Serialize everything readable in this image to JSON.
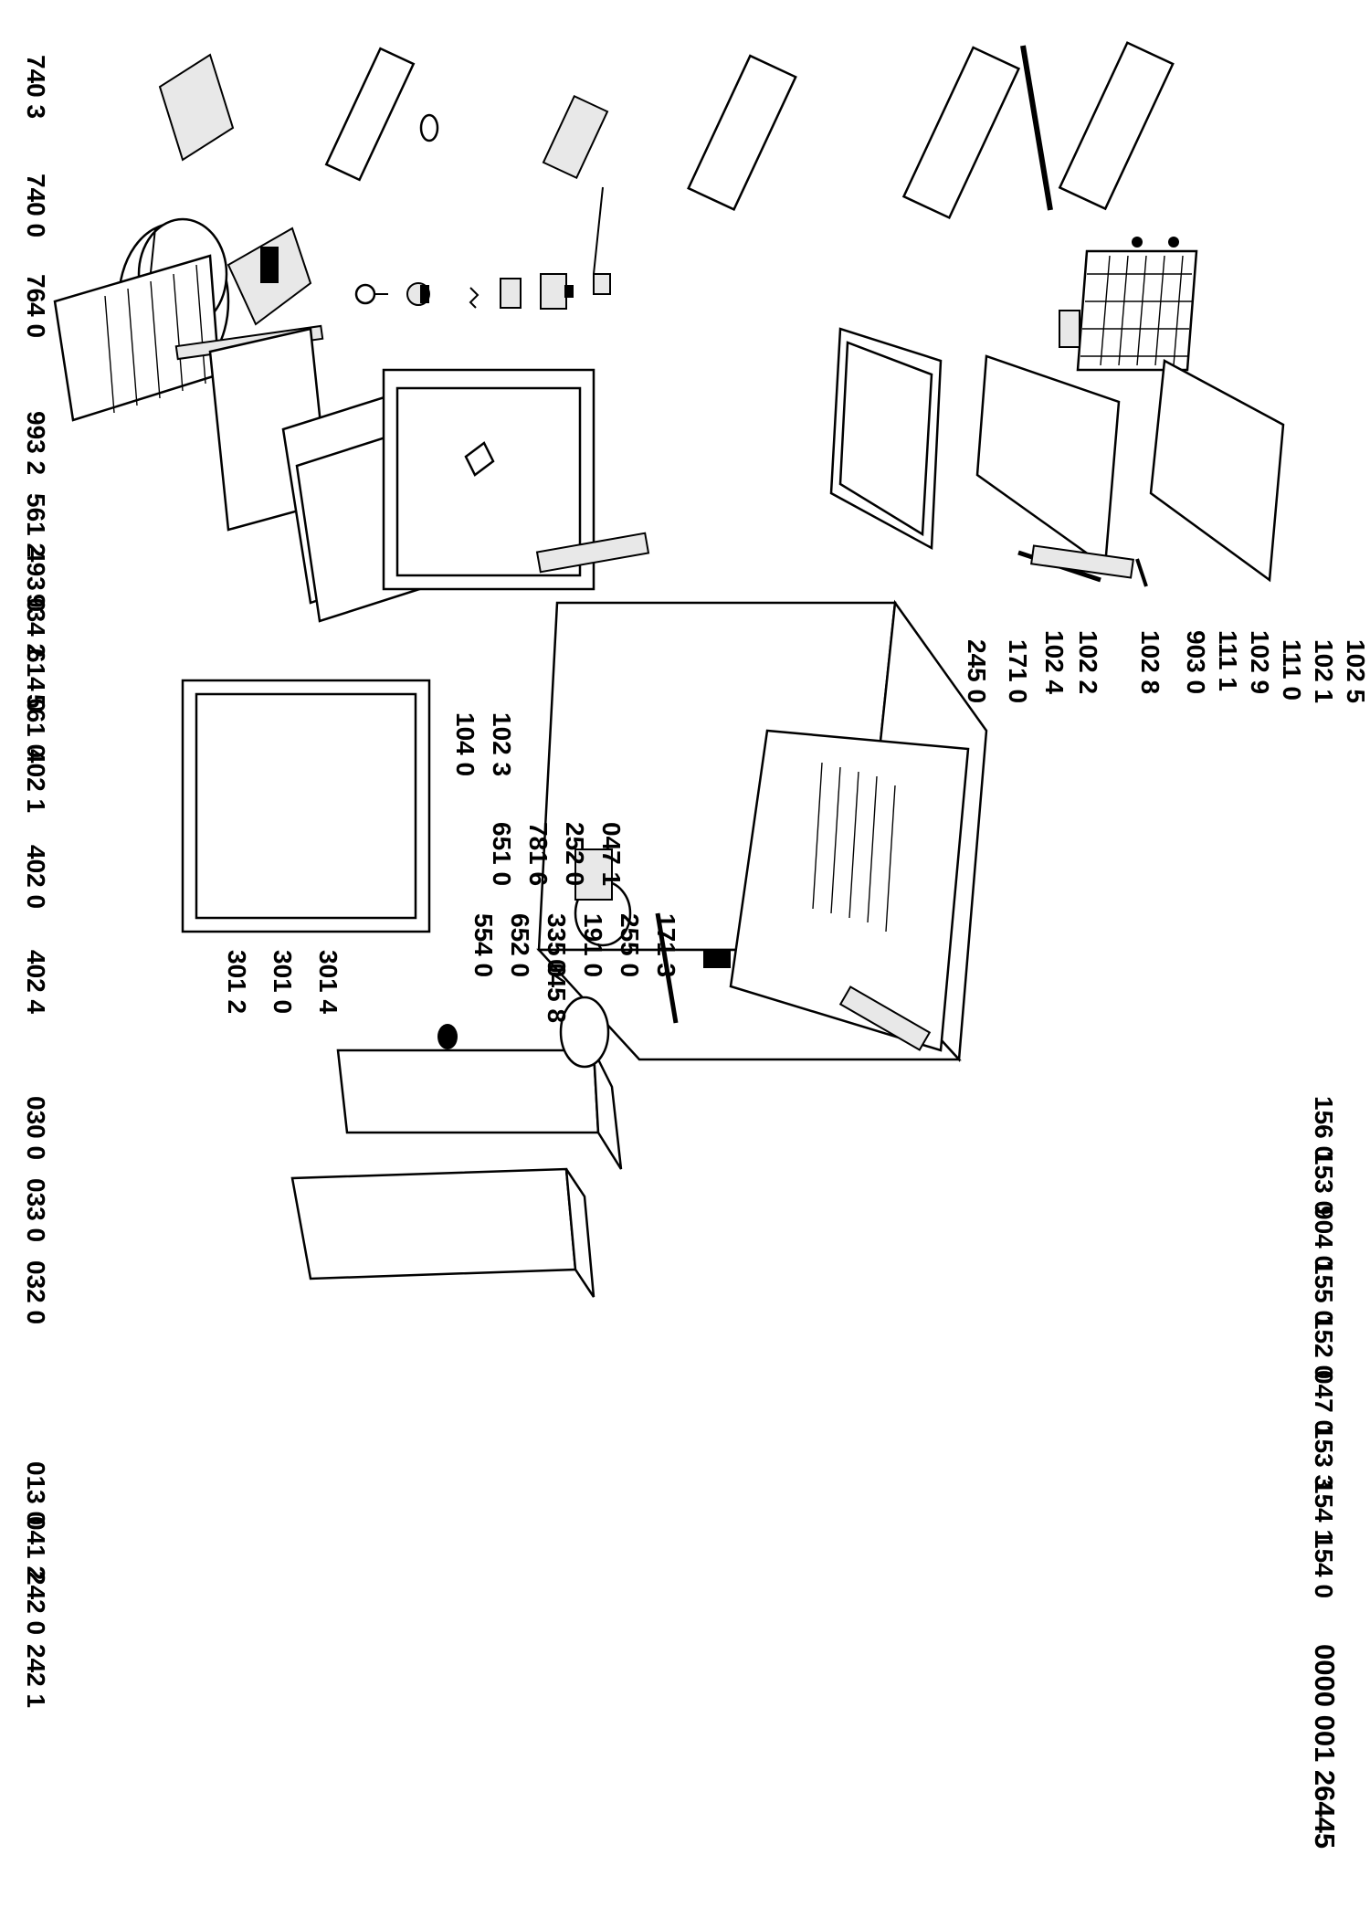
{
  "drawing_code": "0000 001 26445",
  "labels": {
    "p7403": "740 3",
    "p7400": "740 0",
    "p7640": "764 0",
    "p9932": "993 2",
    "p5612": "561 2",
    "p4930": "493 0",
    "p9342": "934 2",
    "p6140": "614 0",
    "p5610": "561 0",
    "p4021": "402 1",
    "p4020": "402 0",
    "p4024": "402 4",
    "p0300": "030 0",
    "p0330": "033 0",
    "p0320": "032 0",
    "p3012": "301 2",
    "p3010": "301 0",
    "p3014": "301 4",
    "p0458": "045 8",
    "p0130": "013 0",
    "p0412": "041 2",
    "p2420": "242 0",
    "p2421": "242 1",
    "p2450": "245 0",
    "p1710": "171 0",
    "p1024": "102 4",
    "p1022": "102 2",
    "p1028": "102 8",
    "p9030": "903 0",
    "p1111": "111 1",
    "p1029": "102 9",
    "p1110": "111 0",
    "p1021": "102 1",
    "p1025": "102 5",
    "p1040": "104 0",
    "p1023": "102 3",
    "p6510": "651 0",
    "p7816": "781 6",
    "p2520": "252 0",
    "p0471": "047 1",
    "p5540": "554 0",
    "p6520": "652 0",
    "p3350": "335 0",
    "p1910": "191 0",
    "p2550": "255 0",
    "p1713": "171 3",
    "p1560": "156 0",
    "p1530": "153 0",
    "p9040": "904 0",
    "p1550": "155 0",
    "p1520": "152 0",
    "p0470": "047 0",
    "p1533": "153 3",
    "p1541": "154 1",
    "p1540": "154 0"
  }
}
